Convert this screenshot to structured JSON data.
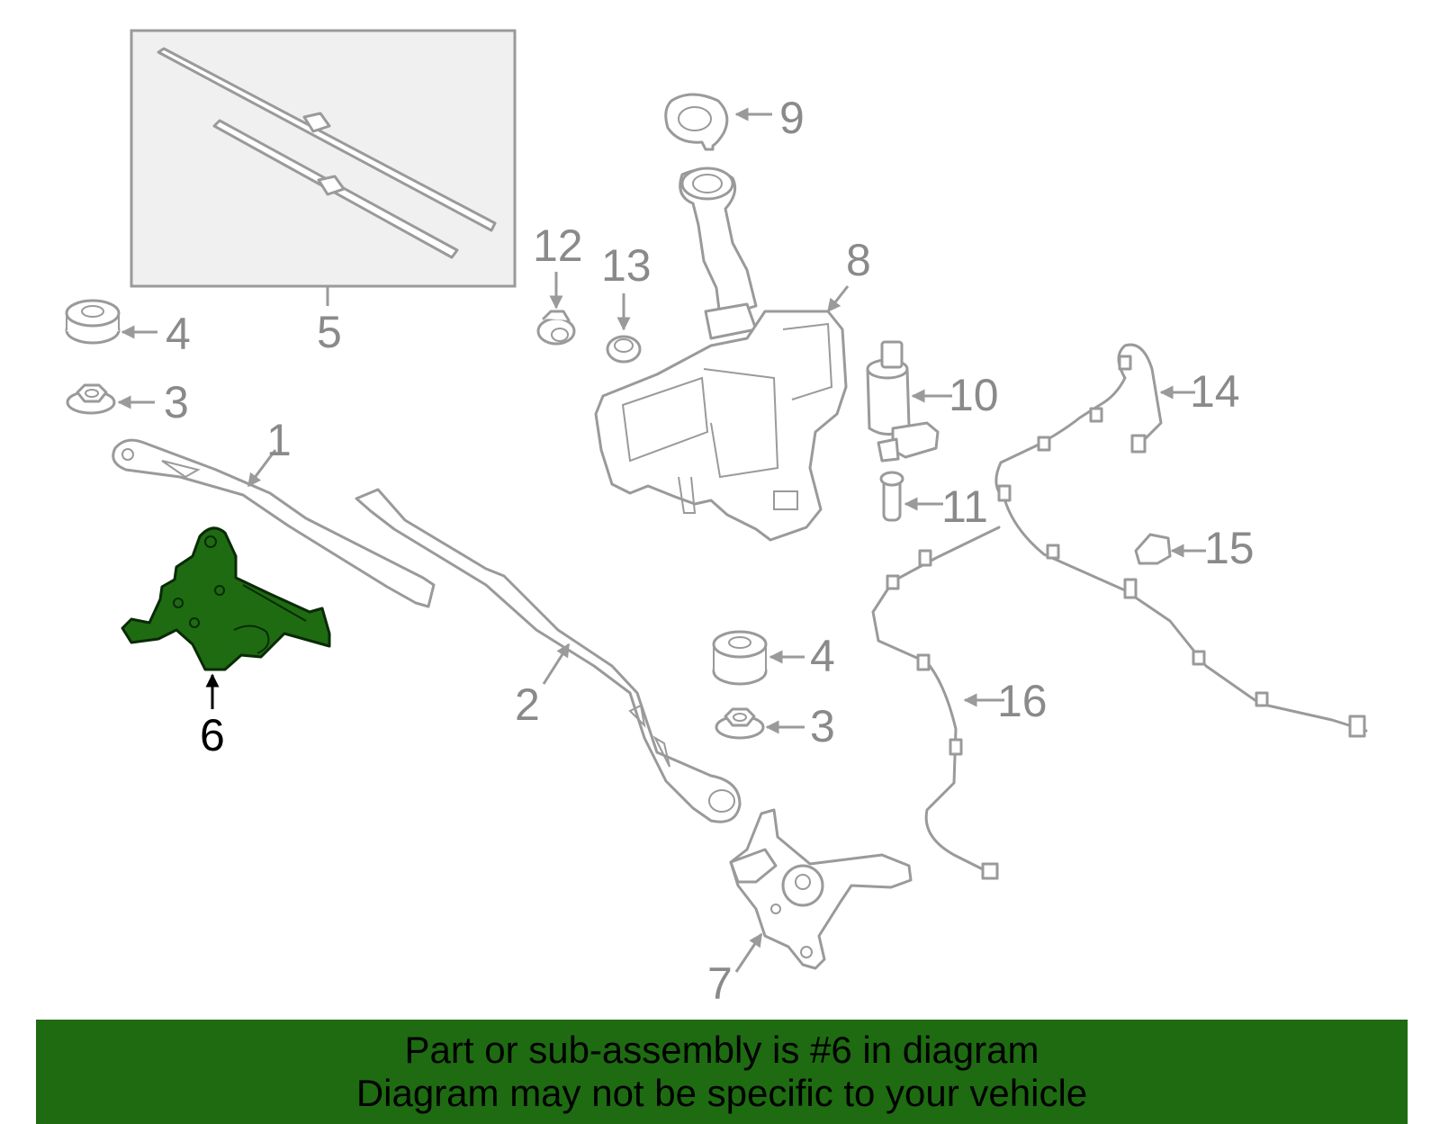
{
  "callouts": {
    "c1": "1",
    "c2": "2",
    "c3a": "3",
    "c3b": "3",
    "c4a": "4",
    "c4b": "4",
    "c5": "5",
    "c6": "6",
    "c7": "7",
    "c8": "8",
    "c9": "9",
    "c10": "10",
    "c11": "11",
    "c12": "12",
    "c13": "13",
    "c14": "14",
    "c15": "15",
    "c16": "16"
  },
  "highlight": {
    "part_number": "6",
    "color": "#1e6b12"
  },
  "banner": {
    "line1": "Part or sub-assembly is #6 in diagram",
    "line2": "Diagram may not be specific to your vehicle"
  },
  "colors": {
    "line_art": "#9a9a9a",
    "callout_text": "#8a8a8a",
    "highlight_fill": "#1e6b12"
  }
}
